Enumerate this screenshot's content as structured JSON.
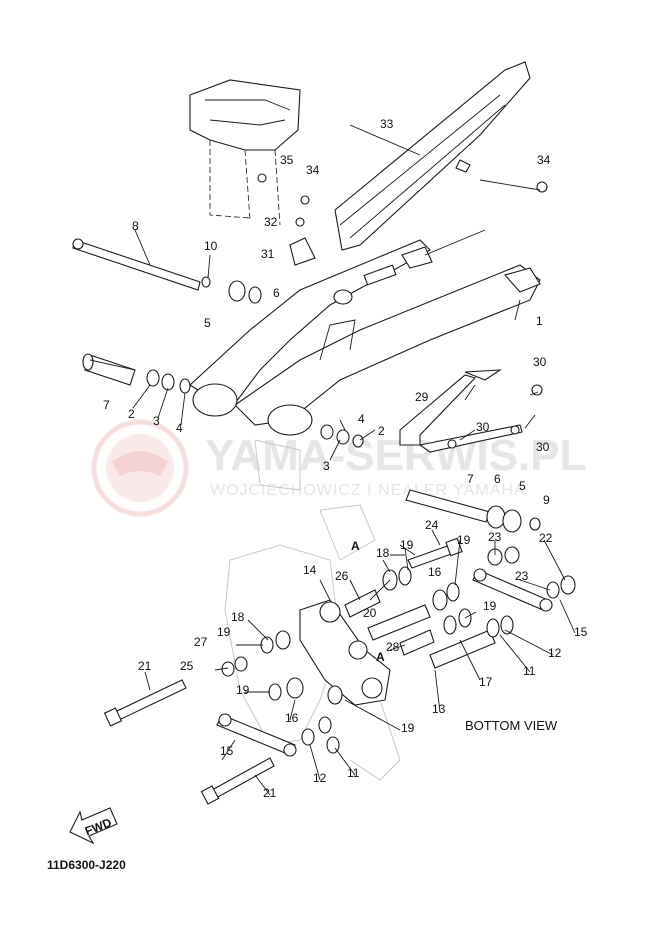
{
  "watermark": {
    "title": "YAMA-SERWIS.PL",
    "subtitle": "WOJCIECHOWICZ I NEALER YAMAHA"
  },
  "callouts": [
    "1",
    "2",
    "2",
    "3",
    "3",
    "4",
    "4",
    "5",
    "5",
    "6",
    "6",
    "7",
    "7",
    "8",
    "9",
    "10",
    "11",
    "11",
    "12",
    "12",
    "13",
    "14",
    "15",
    "15",
    "16",
    "16",
    "17",
    "18",
    "18",
    "19",
    "19",
    "19",
    "19",
    "19",
    "19",
    "20",
    "21",
    "21",
    "22",
    "23",
    "23",
    "24",
    "25",
    "26",
    "27",
    "28",
    "29",
    "30",
    "30",
    "30",
    "31",
    "32",
    "33",
    "34",
    "34",
    "35"
  ],
  "section_markers": [
    "A",
    "A"
  ],
  "fwd_label": "FWD",
  "bottom_view_label": "BOTTOM VIEW",
  "diagram_code": "11D6300-J220",
  "colors": {
    "line": "#1a1a1a",
    "watermark": "#e6e6e6",
    "watermark_logo": "#f2c6c6"
  }
}
